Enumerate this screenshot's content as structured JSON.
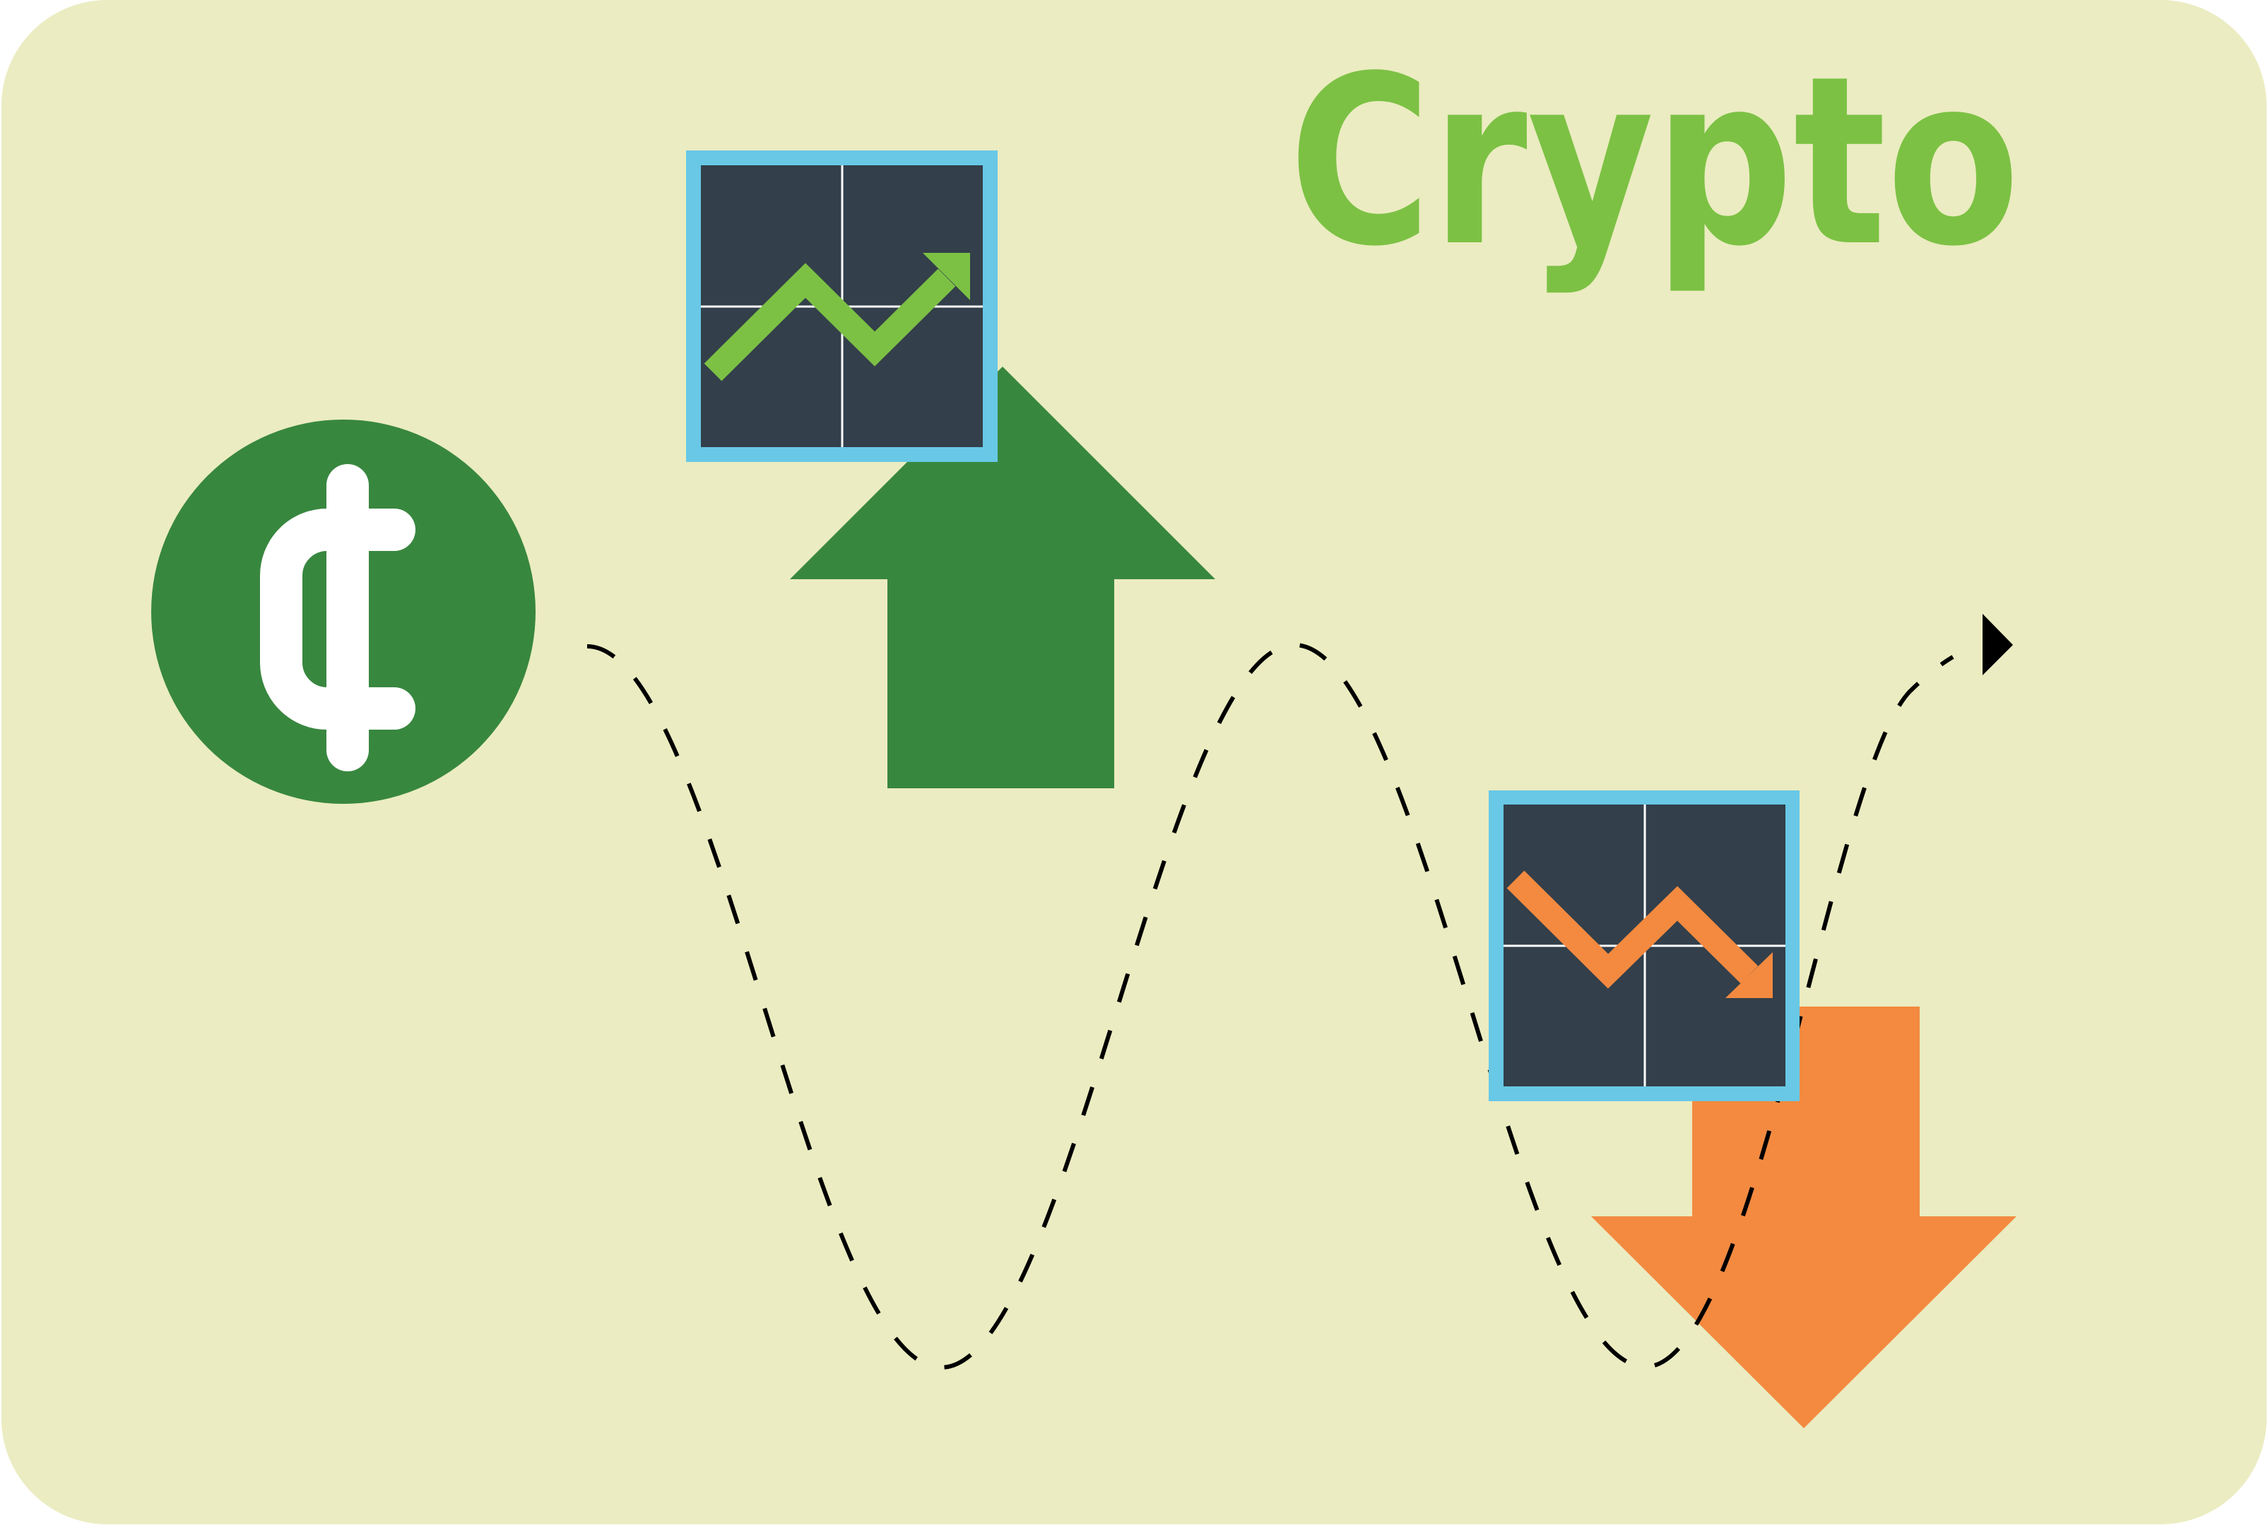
{
  "title": {
    "text": "Crypto",
    "color": "#7CC144"
  },
  "colors": {
    "background": "#EBECC1",
    "dark_green": "#38873F",
    "light_green": "#7CC144",
    "orange": "#F38A40",
    "chart_border": "#68C8E6",
    "chart_fill": "#333F4A",
    "grid_line": "#FFFFFF",
    "curve": "#000000",
    "coin_symbol": "#FFFFFF"
  },
  "coin": {
    "symbol": "¢",
    "icon": "cent-coin-icon"
  },
  "charts": [
    {
      "name": "rising-chart",
      "trend": "up",
      "line_color": "#7CC144"
    },
    {
      "name": "falling-chart",
      "trend": "down",
      "line_color": "#F38A40"
    }
  ],
  "arrows": [
    {
      "name": "up-arrow",
      "direction": "up",
      "color": "#38873F"
    },
    {
      "name": "down-arrow",
      "direction": "down",
      "color": "#F38A40"
    }
  ],
  "wave": {
    "style": "dashed",
    "ends_with": "arrowhead"
  }
}
